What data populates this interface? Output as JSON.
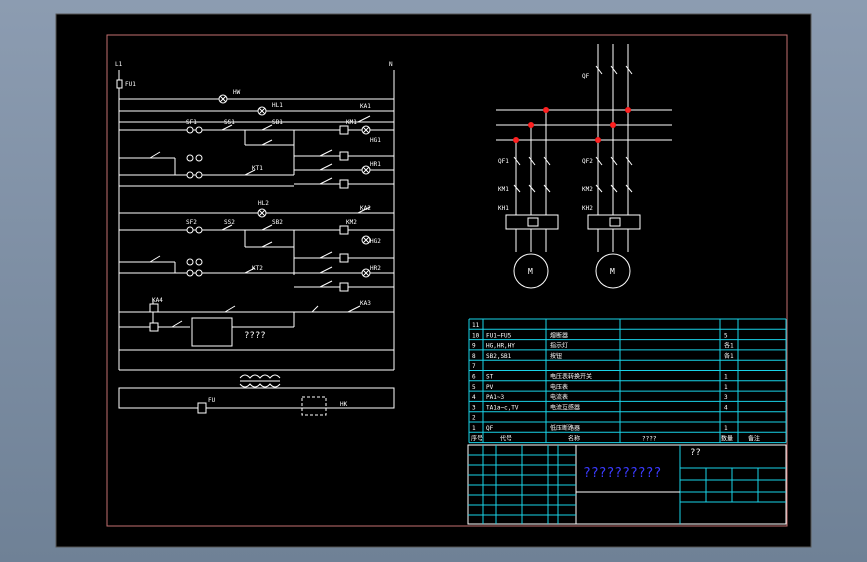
{
  "left_circuit": {
    "supply_l": "L1",
    "supply_n": "N",
    "fuse": "FU1",
    "labels": {
      "hw": "HW",
      "hl1": "HL1",
      "ka1": "KA1",
      "sf1": "SF1",
      "ss1": "SS1",
      "sb1": "SB1",
      "km1": "KM1",
      "hg1": "HG1",
      "kt1": "KT1",
      "hr1": "HR1",
      "hl2": "HL2",
      "ka2": "KA2",
      "sf2": "SF2",
      "ss2": "SS2",
      "sb2": "SB2",
      "km2": "KM2",
      "hg2": "HG2",
      "kt2": "KT2",
      "hr2": "HR2",
      "ka3": "KA3",
      "ka4": "KA4",
      "unknown": "????",
      "fu": "FU",
      "hk": "HK"
    }
  },
  "right_circuit": {
    "qf": "QF",
    "qf1": "QF1",
    "qf2": "QF2",
    "km1": "KM1",
    "km2": "KM2",
    "kh1": "KH1",
    "kh2": "KH2",
    "m1": "M",
    "m2": "M"
  },
  "parts_table": {
    "rows": [
      {
        "no": "11",
        "code": "",
        "name": "",
        "qty": "",
        "note": ""
      },
      {
        "no": "10",
        "code": "FU1~FU5",
        "name": "熔断器",
        "qty": "5",
        "note": ""
      },
      {
        "no": "9",
        "code": "HG,HR,HY",
        "name": "指示灯",
        "qty": "各1",
        "note": ""
      },
      {
        "no": "8",
        "code": "SB2,SB1",
        "name": "按钮",
        "qty": "各1",
        "note": ""
      },
      {
        "no": "7",
        "code": "",
        "name": "",
        "qty": "",
        "note": ""
      },
      {
        "no": "6",
        "code": "ST",
        "name": "电压表转换开关",
        "qty": "1",
        "note": ""
      },
      {
        "no": "5",
        "code": "PV",
        "name": "电压表",
        "qty": "1",
        "note": ""
      },
      {
        "no": "4",
        "code": "PA1~3",
        "name": "电流表",
        "qty": "3",
        "note": ""
      },
      {
        "no": "3",
        "code": "TA1a~c,TV",
        "name": "电流互感器",
        "qty": "4",
        "note": ""
      },
      {
        "no": "2",
        "code": "",
        "name": "",
        "qty": "",
        "note": ""
      },
      {
        "no": "1",
        "code": "QF",
        "name": "低压断路器",
        "qty": "1",
        "note": ""
      }
    ],
    "header": {
      "no": "序号",
      "code": "代号",
      "name": "名称",
      "spec": "????",
      "qty": "数量",
      "note": "备注"
    }
  },
  "title_block": {
    "drawing_title": "??????????",
    "small_mark": "??"
  }
}
